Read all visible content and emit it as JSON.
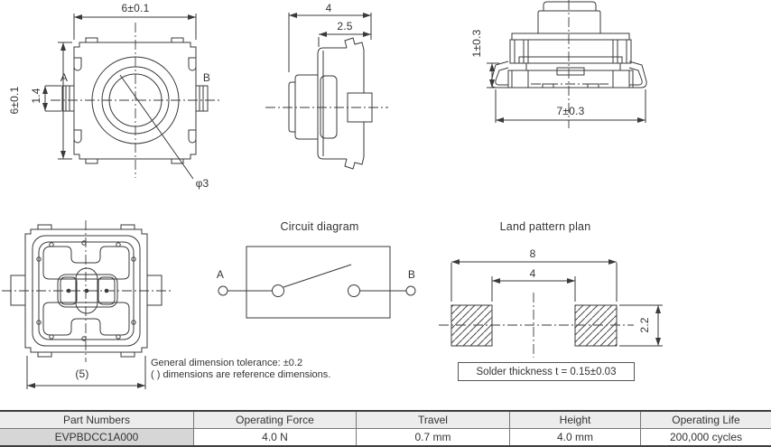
{
  "colors": {
    "line": "#3a3a3a",
    "text": "#333333",
    "table_header_bg": "#ececec",
    "part_number_bg": "#d6d6d6"
  },
  "top_view": {
    "dim_width_top": "6±0.1",
    "dim_height_left": "6±0.1",
    "dim_terminal_width": "1.4",
    "label_terminal_a": "A",
    "label_terminal_b": "B",
    "dim_plunger_dia": "φ3"
  },
  "side_view": {
    "dim_depth": "4",
    "dim_body_depth": "2.5"
  },
  "front_view": {
    "dim_leg_height": "1±0.3",
    "dim_width": "7±0.3"
  },
  "bottom_view": {
    "dim_width_ref": "(5)"
  },
  "circuit_diagram": {
    "title": "Circuit diagram",
    "label_terminal_a": "A",
    "label_terminal_b": "B"
  },
  "land_pattern": {
    "title": "Land pattern plan",
    "dim_outer_width": "8",
    "dim_inner_gap": "4",
    "dim_pad_height": "2.2",
    "solder_note": "Solder thickness t = 0.15±0.03"
  },
  "notes": {
    "line1": "General dimension tolerance: ±0.2",
    "line2": "( ) dimensions are reference dimensions."
  },
  "spec_table": {
    "headers": [
      "Part Numbers",
      "Operating Force",
      "Travel",
      "Height",
      "Operating Life"
    ],
    "row": {
      "part_number": "EVPBDCC1A000",
      "operating_force": "4.0 N",
      "travel": "0.7 mm",
      "height": "4.0 mm",
      "operating_life": "200,000 cycles"
    }
  }
}
